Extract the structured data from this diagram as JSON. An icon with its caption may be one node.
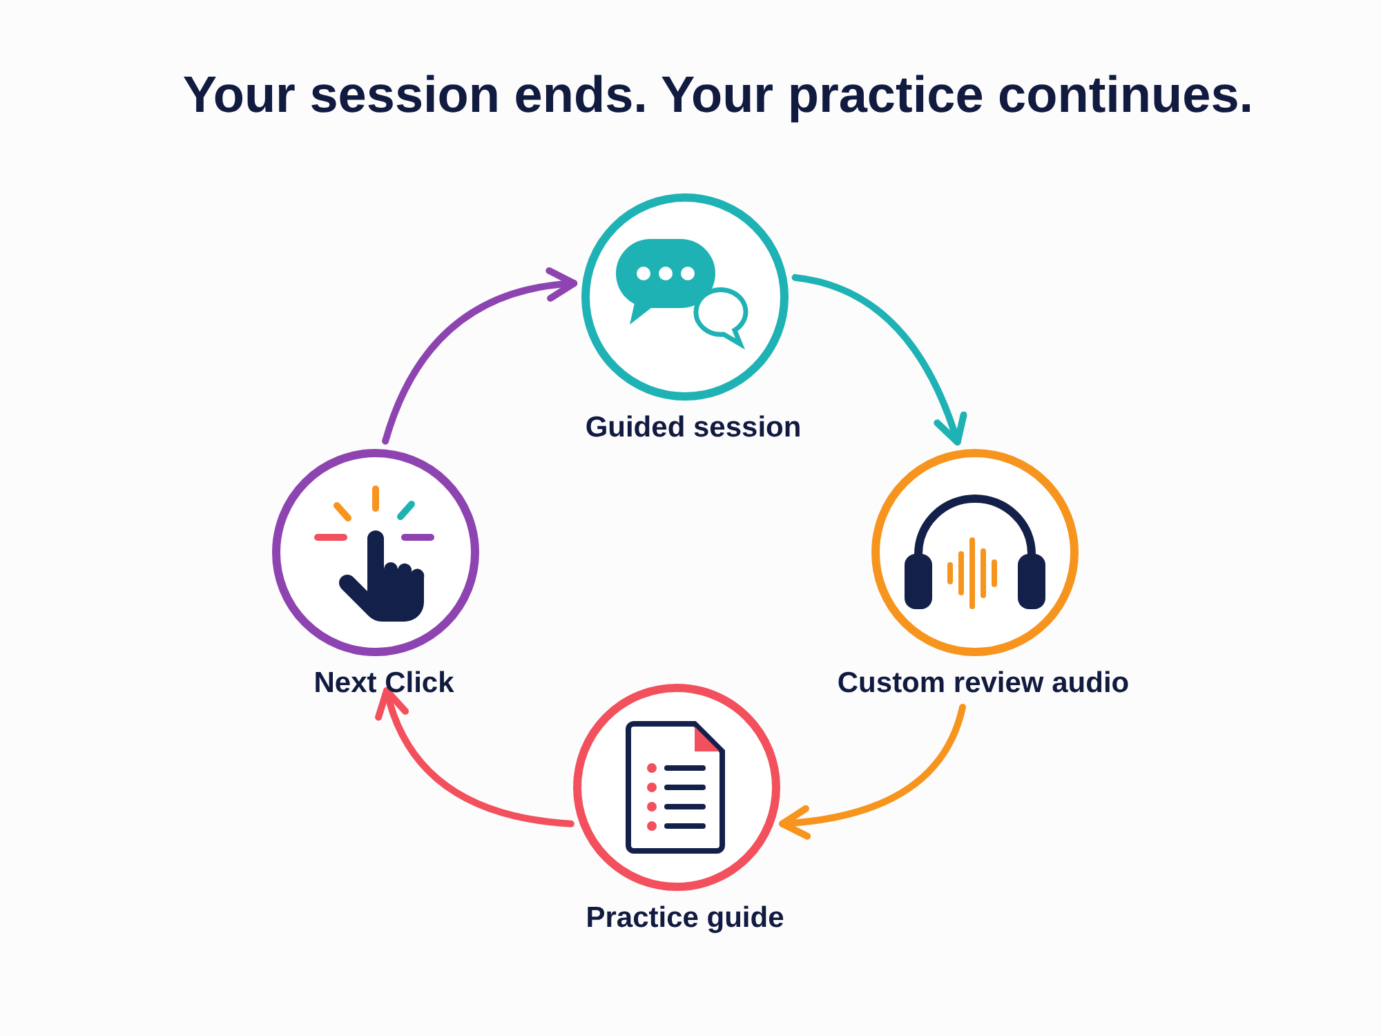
{
  "diagram": {
    "title": "Your session ends. Your practice continues.",
    "nodes": [
      {
        "text": [
          "Guided session"
        ]
      },
      {
        "text": [
          "Custom review audio"
        ]
      },
      {
        "text": [
          "Practice guide"
        ]
      },
      {
        "text": [
          "Next Click"
        ]
      }
    ],
    "edges": [
      {
        "from": 0,
        "to": 1,
        "arrow": "to",
        "color": "#1fb2b4"
      },
      {
        "from": 1,
        "to": 2,
        "arrow": "to",
        "color": "#f7941d"
      },
      {
        "from": 2,
        "to": 3,
        "arrow": "to",
        "color": "#f2505c"
      },
      {
        "from": 3,
        "to": 0,
        "arrow": "to",
        "color": "#8e44b0"
      }
    ]
  }
}
